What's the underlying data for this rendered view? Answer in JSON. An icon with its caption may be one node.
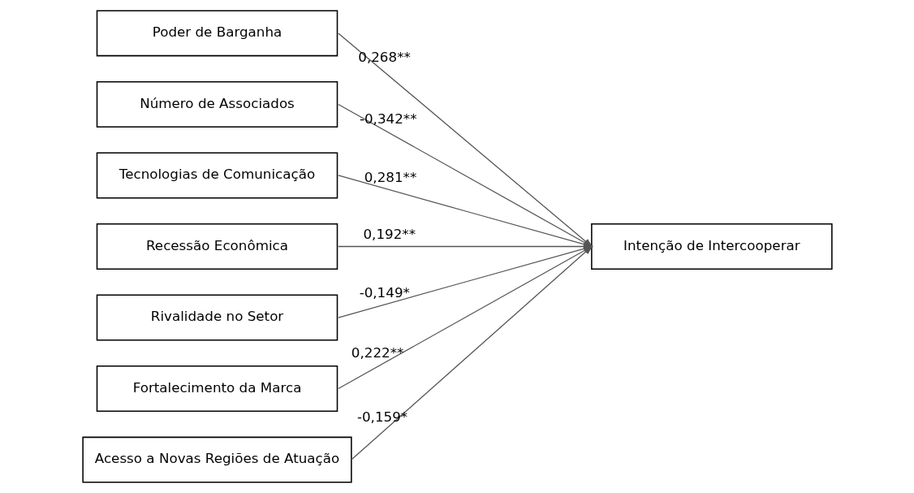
{
  "diagram": {
    "nodes": [
      {
        "text": [
          "Poder de Barganha"
        ]
      },
      {
        "text": [
          "Número de Associados"
        ]
      },
      {
        "text": [
          "Tecnologias de Comunicação"
        ]
      },
      {
        "text": [
          "Recessão Econômica"
        ]
      },
      {
        "text": [
          "Rivalidade no Setor"
        ]
      },
      {
        "text": [
          "Fortalecimento da Marca"
        ]
      },
      {
        "text": [
          "Acesso a Novas Regiões de Atuação"
        ]
      },
      {
        "text": [
          "Intenção de Intercooperar"
        ]
      }
    ],
    "edges": [
      {
        "from": 0,
        "to": 7,
        "arrow": "to",
        "label": "0,268**"
      },
      {
        "from": 1,
        "to": 7,
        "arrow": "to",
        "label": "-0,342**"
      },
      {
        "from": 2,
        "to": 7,
        "arrow": "to",
        "label": "0,281**"
      },
      {
        "from": 3,
        "to": 7,
        "arrow": "to",
        "label": "0,192**"
      },
      {
        "from": 4,
        "to": 7,
        "arrow": "to",
        "label": "-0,149*"
      },
      {
        "from": 5,
        "to": 7,
        "arrow": "to",
        "label": "0,222**"
      },
      {
        "from": 6,
        "to": 7,
        "arrow": "to",
        "label": "-0,159*"
      }
    ]
  }
}
